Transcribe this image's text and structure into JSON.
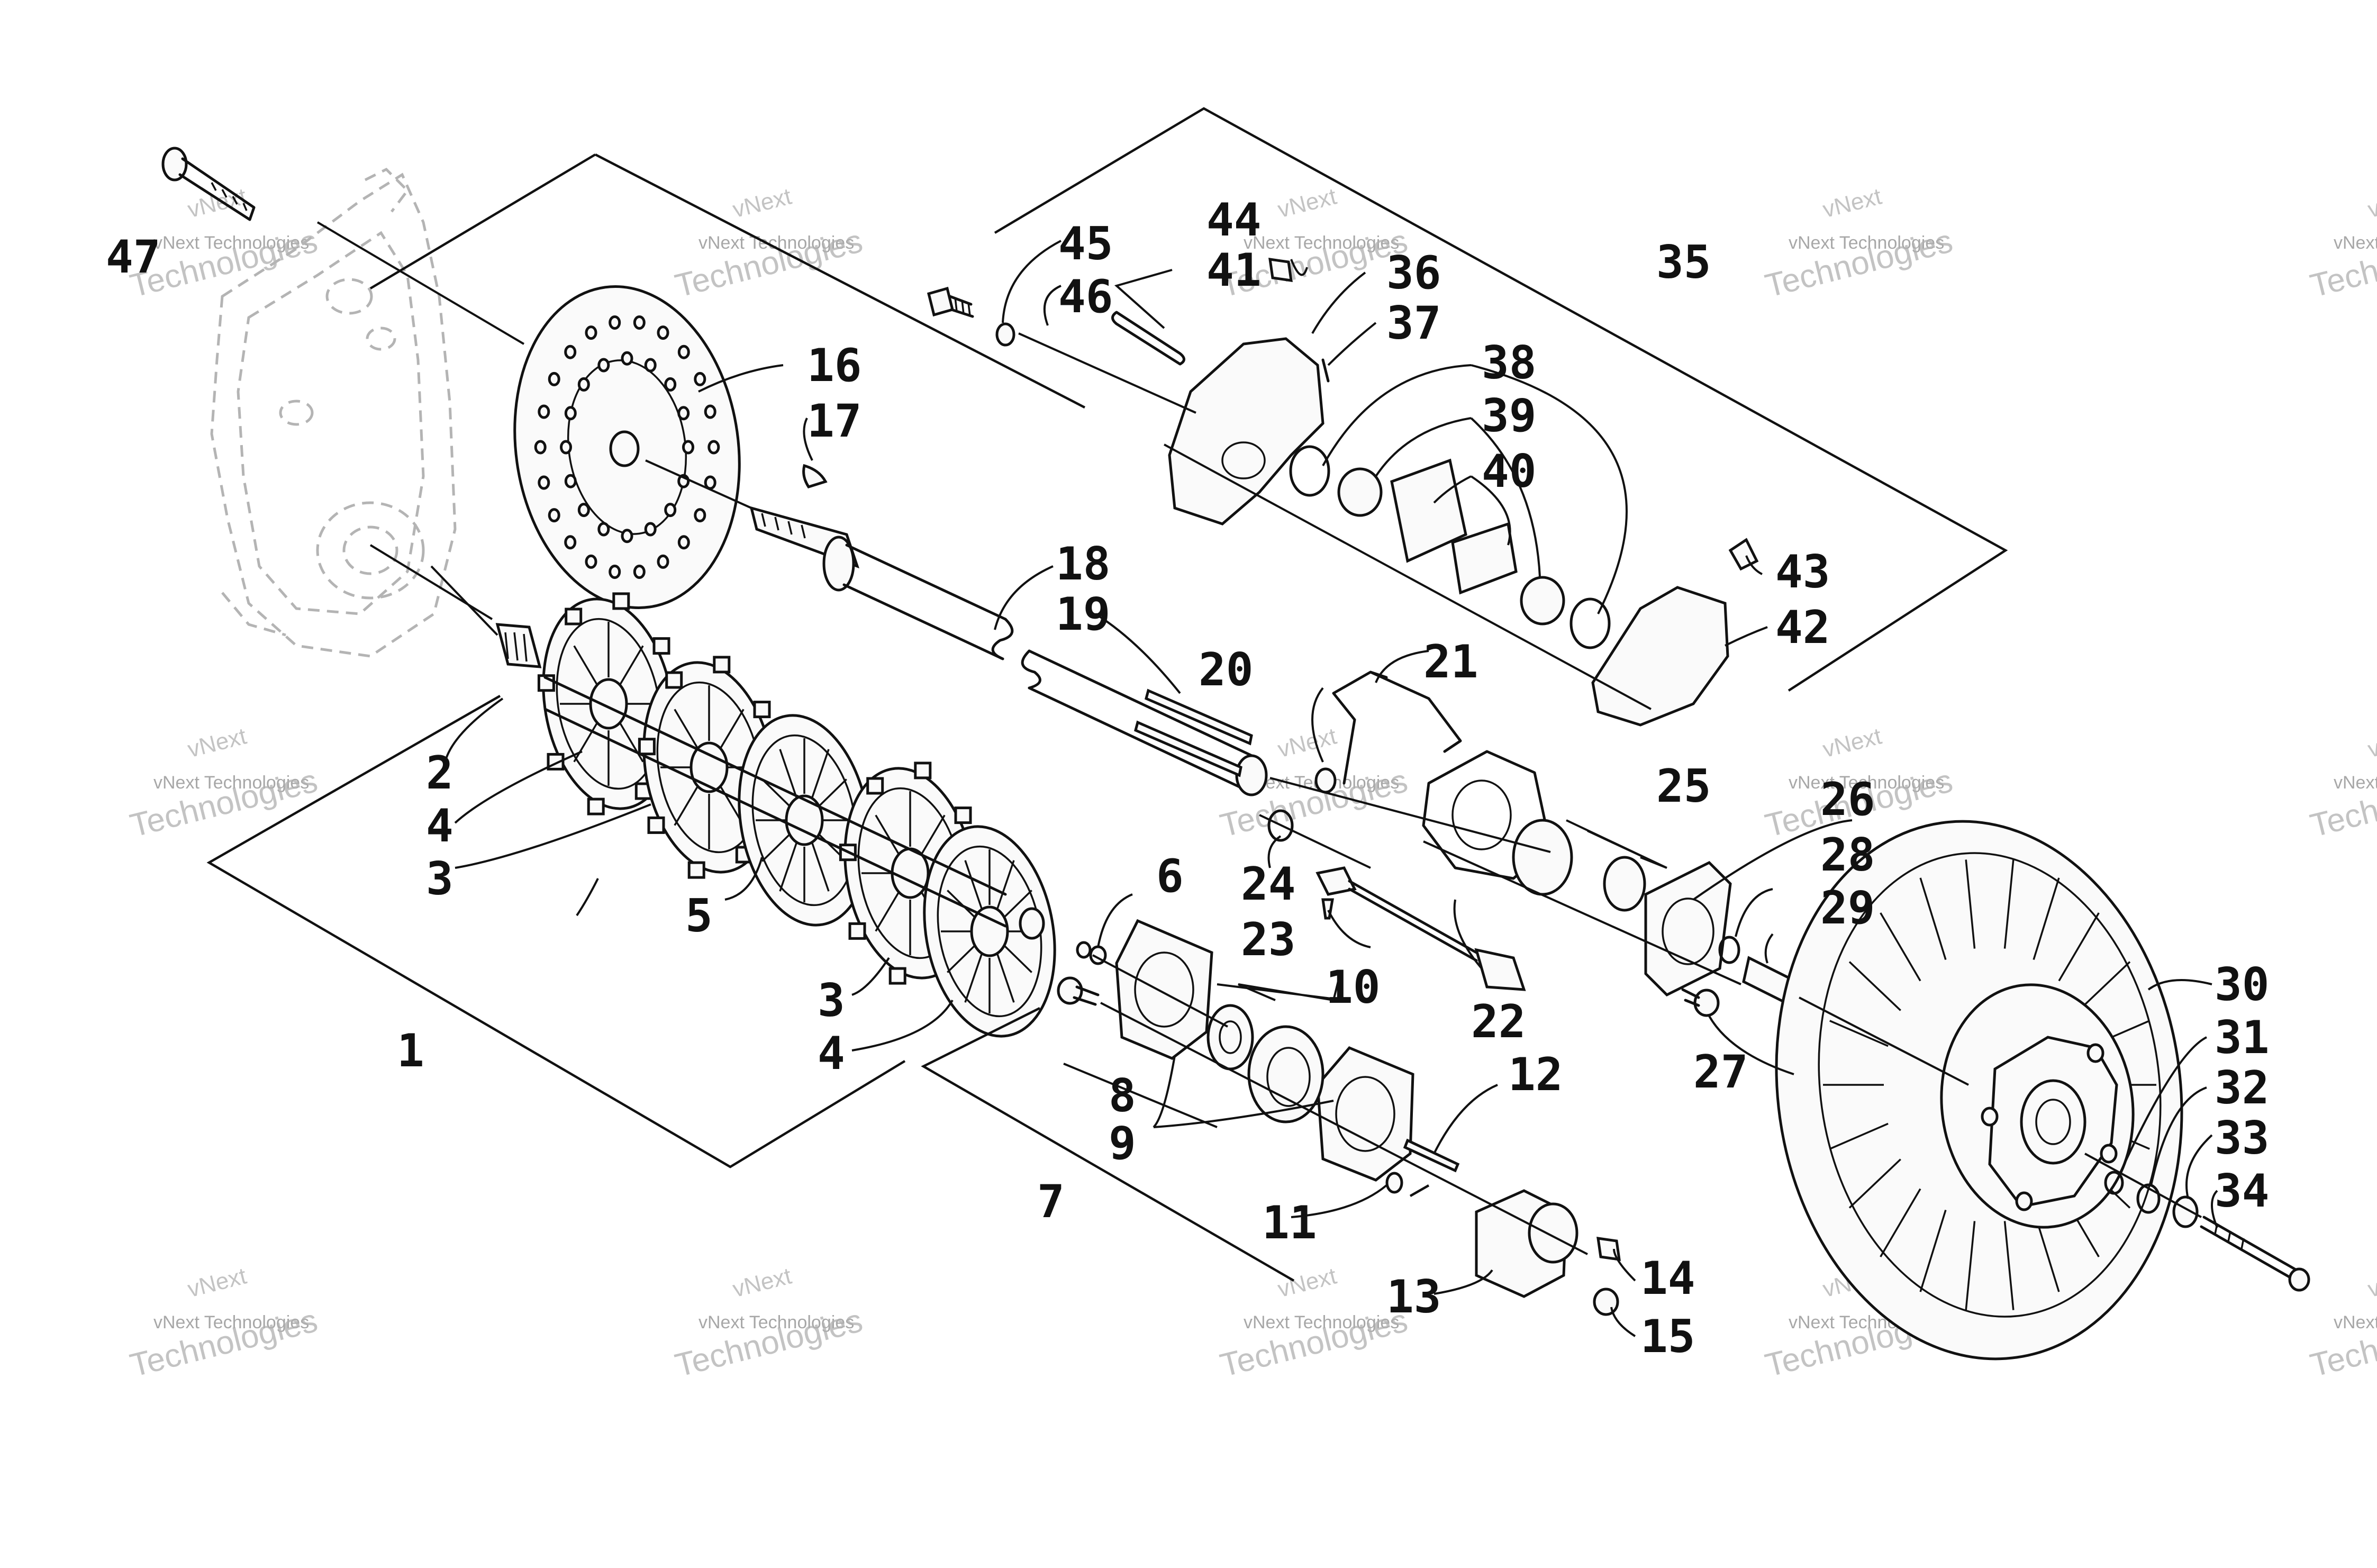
{
  "watermark": {
    "brand_short": "vNext",
    "brand_full": "vNext Technologies",
    "brand_wordmark": "Technologies"
  },
  "callouts": {
    "c1": "1",
    "c2": "2",
    "c3": "3",
    "c3b": "3",
    "c4": "4",
    "c4b": "4",
    "c5": "5",
    "c6": "6",
    "c7": "7",
    "c8": "8",
    "c9": "9",
    "c10": "10",
    "c11": "11",
    "c12": "12",
    "c13": "13",
    "c14": "14",
    "c15": "15",
    "c16": "16",
    "c17": "17",
    "c18": "18",
    "c19": "19",
    "c20": "20",
    "c21": "21",
    "c22": "22",
    "c23": "23",
    "c24": "24",
    "c25": "25",
    "c26": "26",
    "c27": "27",
    "c28": "28",
    "c29": "29",
    "c30": "30",
    "c31": "31",
    "c32": "32",
    "c33": "33",
    "c34": "34",
    "c35": "35",
    "c36": "36",
    "c37": "37",
    "c38": "38",
    "c39": "39",
    "c40": "40",
    "c41": "41",
    "c42": "42",
    "c43": "43",
    "c44": "44",
    "c45": "45",
    "c46": "46",
    "c47": "47"
  }
}
